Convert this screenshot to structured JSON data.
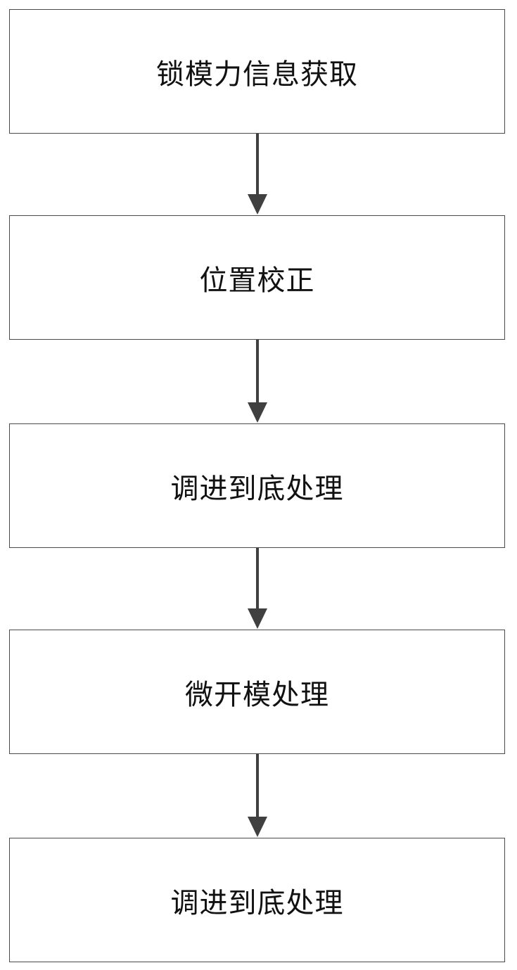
{
  "steps": [
    {
      "label": "锁模力信息获取"
    },
    {
      "label": "位置校正"
    },
    {
      "label": "调进到底处理"
    },
    {
      "label": "微开模处理"
    },
    {
      "label": "调进到底处理"
    }
  ],
  "colors": {
    "box_border": "#4a4a4a",
    "arrow": "#404040",
    "text": "#111111",
    "background": "#ffffff"
  }
}
